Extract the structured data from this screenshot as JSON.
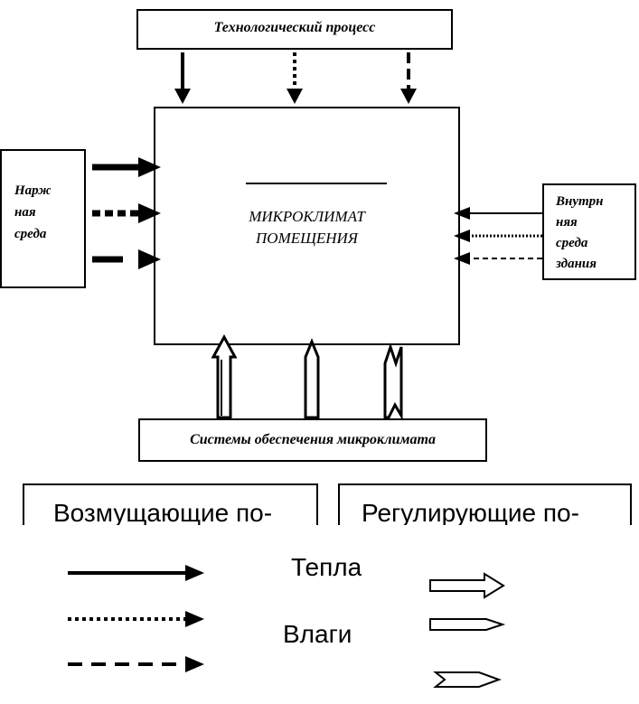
{
  "diagram": {
    "top_box": {
      "label": "Технологический процесс"
    },
    "center_box": {
      "line1": "МИКРОКЛИМАТ",
      "line2": "ПОМЕЩЕНИЯ"
    },
    "left_box": {
      "lines": [
        "Нарж",
        "ная",
        "среда"
      ]
    },
    "right_box": {
      "lines": [
        "Внутрн",
        "няя",
        "среда",
        "здания"
      ]
    },
    "bottom_box": {
      "label": "Системы обеспечения микроклимата"
    }
  },
  "legend": {
    "disturbing_label": "Возмущающие по-",
    "regulating_label": "Регулирующие по-",
    "heat_label": "Тепла",
    "moisture_label": "Влаги"
  }
}
